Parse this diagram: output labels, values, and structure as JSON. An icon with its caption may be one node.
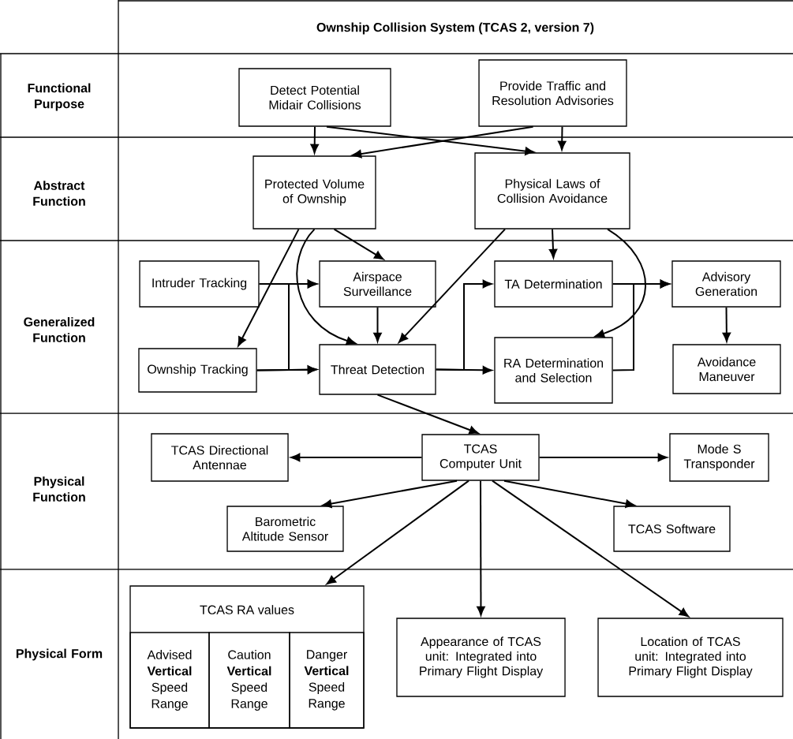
{
  "diagram": {
    "title": "Ownship Collision System (TCAS 2, version 7)",
    "nodes": [
      {
        "text": [
          "Detect Potential Midair Collisions"
        ]
      },
      {
        "text": [
          "Provide Traffic and Resolution Advisories"
        ]
      },
      {
        "text": [
          "Protected Volume of Ownship"
        ]
      },
      {
        "text": [
          "Physical Laws of Collision Avoidance"
        ]
      },
      {
        "text": [
          "Intruder Tracking"
        ]
      },
      {
        "text": [
          "Airspace Surveillance"
        ]
      },
      {
        "text": [
          "TA Determination"
        ]
      },
      {
        "text": [
          "Advisory Generation"
        ]
      },
      {
        "text": [
          "Ownship Tracking"
        ]
      },
      {
        "text": [
          "Threat Detection"
        ]
      },
      {
        "text": [
          "RA Determination and Selection"
        ]
      },
      {
        "text": [
          "Avoidance Maneuver"
        ]
      },
      {
        "text": [
          "TCAS Directional Antennae"
        ]
      },
      {
        "text": [
          "TCAS Computer Unit"
        ]
      },
      {
        "text": [
          "Mode S Transponder"
        ]
      },
      {
        "text": [
          "Barometric Altitude Sensor"
        ]
      },
      {
        "text": [
          "TCAS Software"
        ]
      },
      {
        "text": [
          "TCAS RA values"
        ]
      },
      {
        "text": [
          "Advised **Vertical** Speed Range"
        ],
        "in": 17
      },
      {
        "text": [
          "Caution **Vertical** Speed Range"
        ],
        "in": 17
      },
      {
        "text": [
          "Danger **Vertical** Speed Range"
        ],
        "in": 17
      },
      {
        "text": [
          "Appearance of TCAS unit: Integrated into Primary Flight Display"
        ]
      },
      {
        "text": [
          "Location of TCAS unit: Integrated into Primary Flight Display"
        ]
      }
    ],
    "edges": [
      {
        "from": 0,
        "to": 2,
        "arrow": "to"
      },
      {
        "from": 0,
        "to": 3,
        "arrow": "to"
      },
      {
        "from": 1,
        "to": 2,
        "arrow": "to"
      },
      {
        "from": 1,
        "to": 3,
        "arrow": "to"
      },
      {
        "from": 2,
        "to": 8,
        "arrow": "to"
      },
      {
        "from": 2,
        "to": 5,
        "arrow": "to"
      },
      {
        "from": 2,
        "to": 9,
        "arrow": "to"
      },
      {
        "from": 3,
        "to": 6,
        "arrow": "to"
      },
      {
        "from": 3,
        "to": 9,
        "arrow": "to"
      },
      {
        "from": 3,
        "to": 10,
        "arrow": "to"
      },
      {
        "from": 4,
        "to": 5,
        "arrow": "to"
      },
      {
        "from": 4,
        "to": 9,
        "arrow": "to"
      },
      {
        "from": 8,
        "to": 5,
        "arrow": "to"
      },
      {
        "from": 8,
        "to": 9,
        "arrow": "to"
      },
      {
        "from": 5,
        "to": 9,
        "arrow": "to"
      },
      {
        "from": 9,
        "to": 6,
        "arrow": "to"
      },
      {
        "from": 9,
        "to": 10,
        "arrow": "to"
      },
      {
        "from": 6,
        "to": 7,
        "arrow": "to"
      },
      {
        "from": 10,
        "to": 7,
        "arrow": "to"
      },
      {
        "from": 7,
        "to": 11,
        "arrow": "to"
      },
      {
        "from": 9,
        "to": 13,
        "arrow": "to"
      },
      {
        "from": 13,
        "to": 12,
        "arrow": "to"
      },
      {
        "from": 13,
        "to": 14,
        "arrow": "to"
      },
      {
        "from": 13,
        "to": 15,
        "arrow": "to"
      },
      {
        "from": 13,
        "to": 16,
        "arrow": "to"
      },
      {
        "from": 13,
        "to": 17,
        "arrow": "to"
      },
      {
        "from": 13,
        "to": 21,
        "arrow": "to"
      },
      {
        "from": 13,
        "to": 22,
        "arrow": "to"
      }
    ],
    "labels": [
      "Functional Purpose",
      "Abstract Function",
      "Generalized Function",
      "Physical Function",
      "Physical Form"
    ]
  }
}
